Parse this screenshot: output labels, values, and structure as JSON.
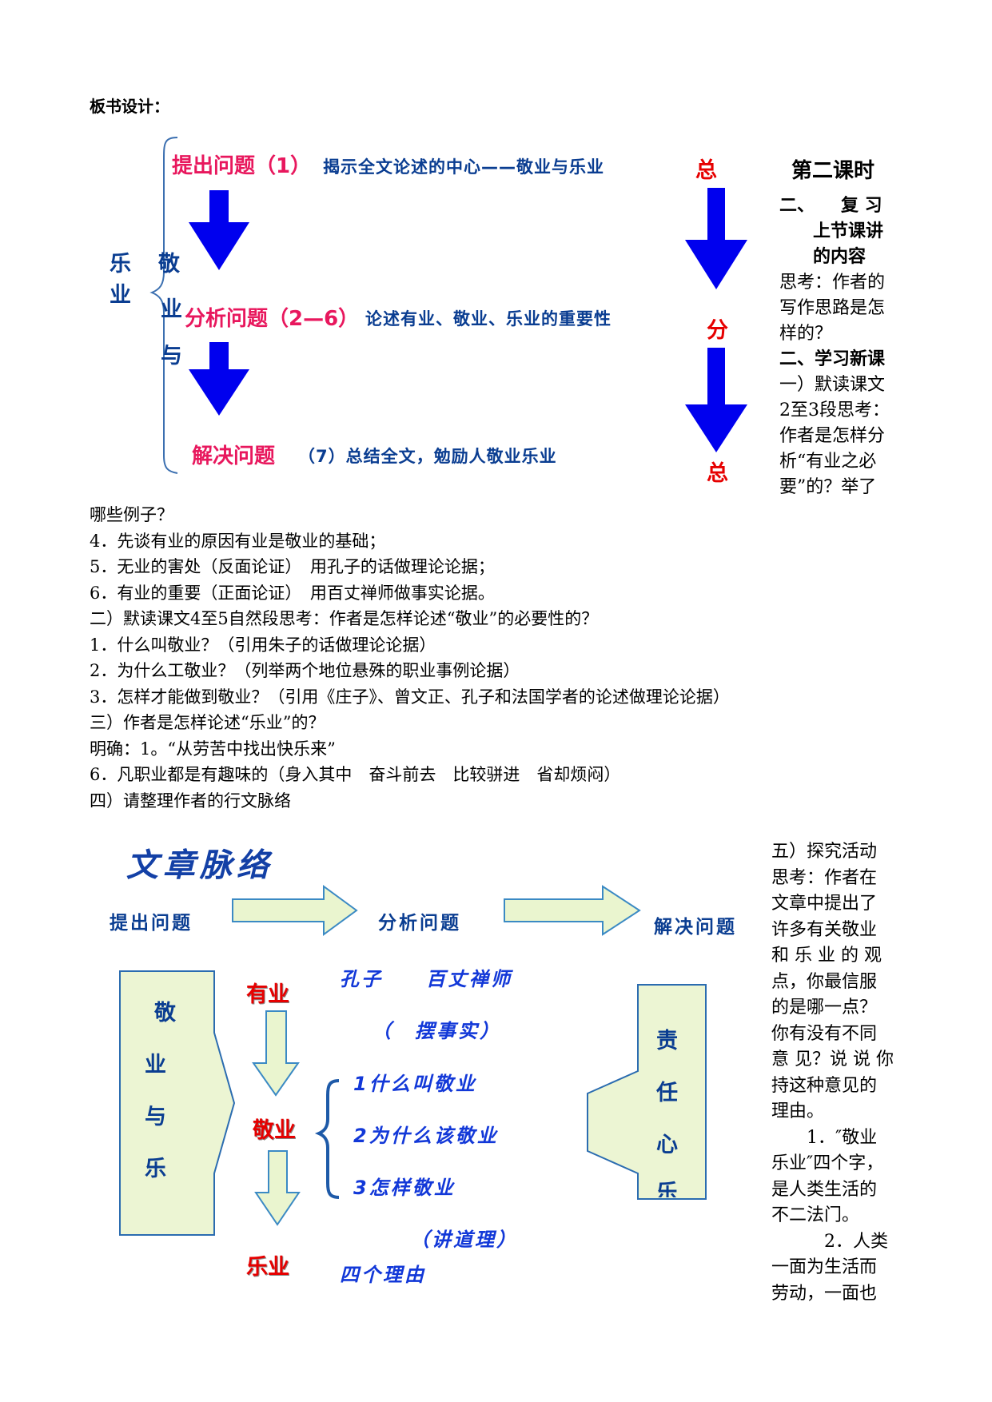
{
  "heading": "板书设计：",
  "diagram1": {
    "side_chars": [
      "乐",
      "业",
      "敬",
      "业",
      "与"
    ],
    "rows": [
      {
        "label": "提出问题（1）",
        "text": "揭示全文论述的中心——敬业与乐业"
      },
      {
        "label": "分析问题（2—6）",
        "text": "论述有业、敬业、乐业的重要性"
      },
      {
        "label": "解决问题",
        "text": "（7）总结全文，勉励人敬业乐业"
      }
    ],
    "right_labels": [
      "总",
      "分",
      "总"
    ]
  },
  "lesson2": {
    "title": "第二课时",
    "lines": [
      "二、　　复 习",
      "上节课讲",
      "的内容",
      "思考：作者的",
      "写作思路是怎",
      "样的？",
      "二、学习新课",
      "一）默读课文",
      "2至3段思考：",
      "作者是怎样分",
      "析“有业之必",
      "要”的？举了"
    ]
  },
  "body_lines": [
    "哪些例子？",
    "4．先谈有业的原因有业是敬业的基础；",
    "5．无业的害处（反面论证）　用孔子的话做理论论据；",
    "6．有业的重要（正面论证）　用百丈禅师做事实论据。",
    "二）默读课文4至5自然段思考：作者是怎样论述“敬业”的必要性的？",
    "1．什么叫敬业？（引用朱子的话做理论论据）",
    "2．为什么工敬业？（列举两个地位悬殊的职业事例论据）",
    "3．怎样才能做到敬业？（引用《庄子》、曾文正、孔子和法国学者的论述做理论论据）",
    "三）作者是怎样论述“乐业”的？",
    "明确：1。“从劳苦中找出快乐来”",
    "6．凡职业都是有趣味的（身入其中　奋斗前去　比较骈进　省却烦闷）",
    "四）请整理作者的行文脉络"
  ],
  "diagram2": {
    "title": "文章脉络",
    "steps": [
      "提出问题",
      "分析问题",
      "解决问题"
    ],
    "left_panel_chars": [
      "敬",
      "业",
      "与",
      "乐"
    ],
    "right_panel_chars": [
      "责",
      "任",
      "心",
      "乐"
    ],
    "center": [
      "有业",
      "敬业",
      "乐业"
    ],
    "notes": {
      "examples": "孔子　　百丈禅师",
      "facts": "（　摆事实）",
      "q1": "1什么叫敬业",
      "q2": "2为什么该敬业",
      "q3": "3怎样敬业",
      "reason": "（讲道理）",
      "four": "四个理由"
    }
  },
  "side2_lines": [
    "五）探究活动",
    "思考：作者在",
    "文章中提出了",
    "许多有关敬业",
    "和 乐 业 的 观",
    "点，你最信服",
    "的是哪一点？",
    "你有没有不同",
    "意 见？说 说 你",
    "持这种意见的",
    "理由。",
    "　　1．″敬业",
    "乐业″四个字，",
    "是人类生活的",
    "不二法门。",
    "　　　2．人类",
    "一面为生活而",
    "劳动，一面也"
  ]
}
